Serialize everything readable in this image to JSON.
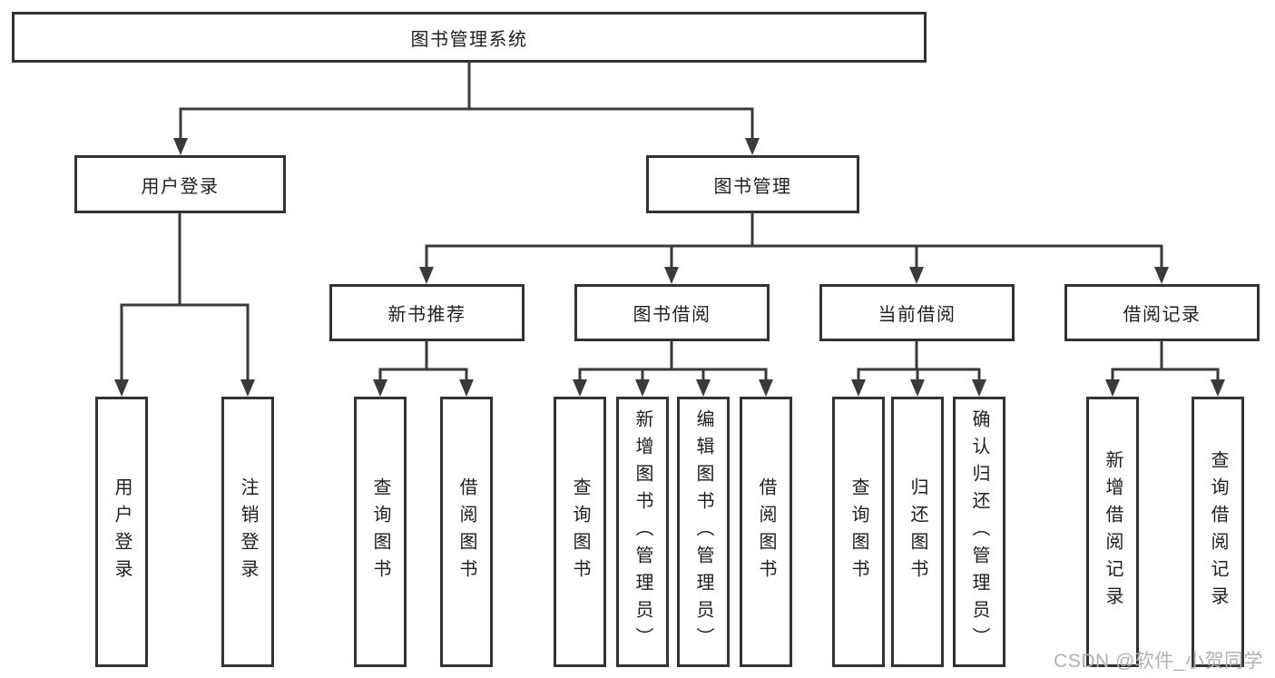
{
  "tree": {
    "label": "图书管理系统",
    "children": [
      {
        "label": "用户登录",
        "children": [
          {
            "label": "用户登录"
          },
          {
            "label": "注销登录"
          }
        ]
      },
      {
        "label": "图书管理",
        "children": [
          {
            "label": "新书推荐",
            "children": [
              {
                "label": "查询图书"
              },
              {
                "label": "借阅图书"
              }
            ]
          },
          {
            "label": "图书借阅",
            "children": [
              {
                "label": "查询图书"
              },
              {
                "label": "新增图书（管理员）"
              },
              {
                "label": "编辑图书（管理员）"
              },
              {
                "label": "借阅图书"
              }
            ]
          },
          {
            "label": "当前借阅",
            "children": [
              {
                "label": "查询图书"
              },
              {
                "label": "归还图书"
              },
              {
                "label": "确认归还（管理员）"
              }
            ]
          },
          {
            "label": "借阅记录",
            "children": [
              {
                "label": "新增借阅记录"
              },
              {
                "label": "查询借阅记录"
              }
            ]
          }
        ]
      }
    ]
  },
  "watermark": "CSDN @软件_小贺同学",
  "colors": {
    "line": "#3a3a3a",
    "box_border": "#333333",
    "text": "#1e1e1e",
    "watermark": "#b1b1b1",
    "background": "#ffffff"
  }
}
